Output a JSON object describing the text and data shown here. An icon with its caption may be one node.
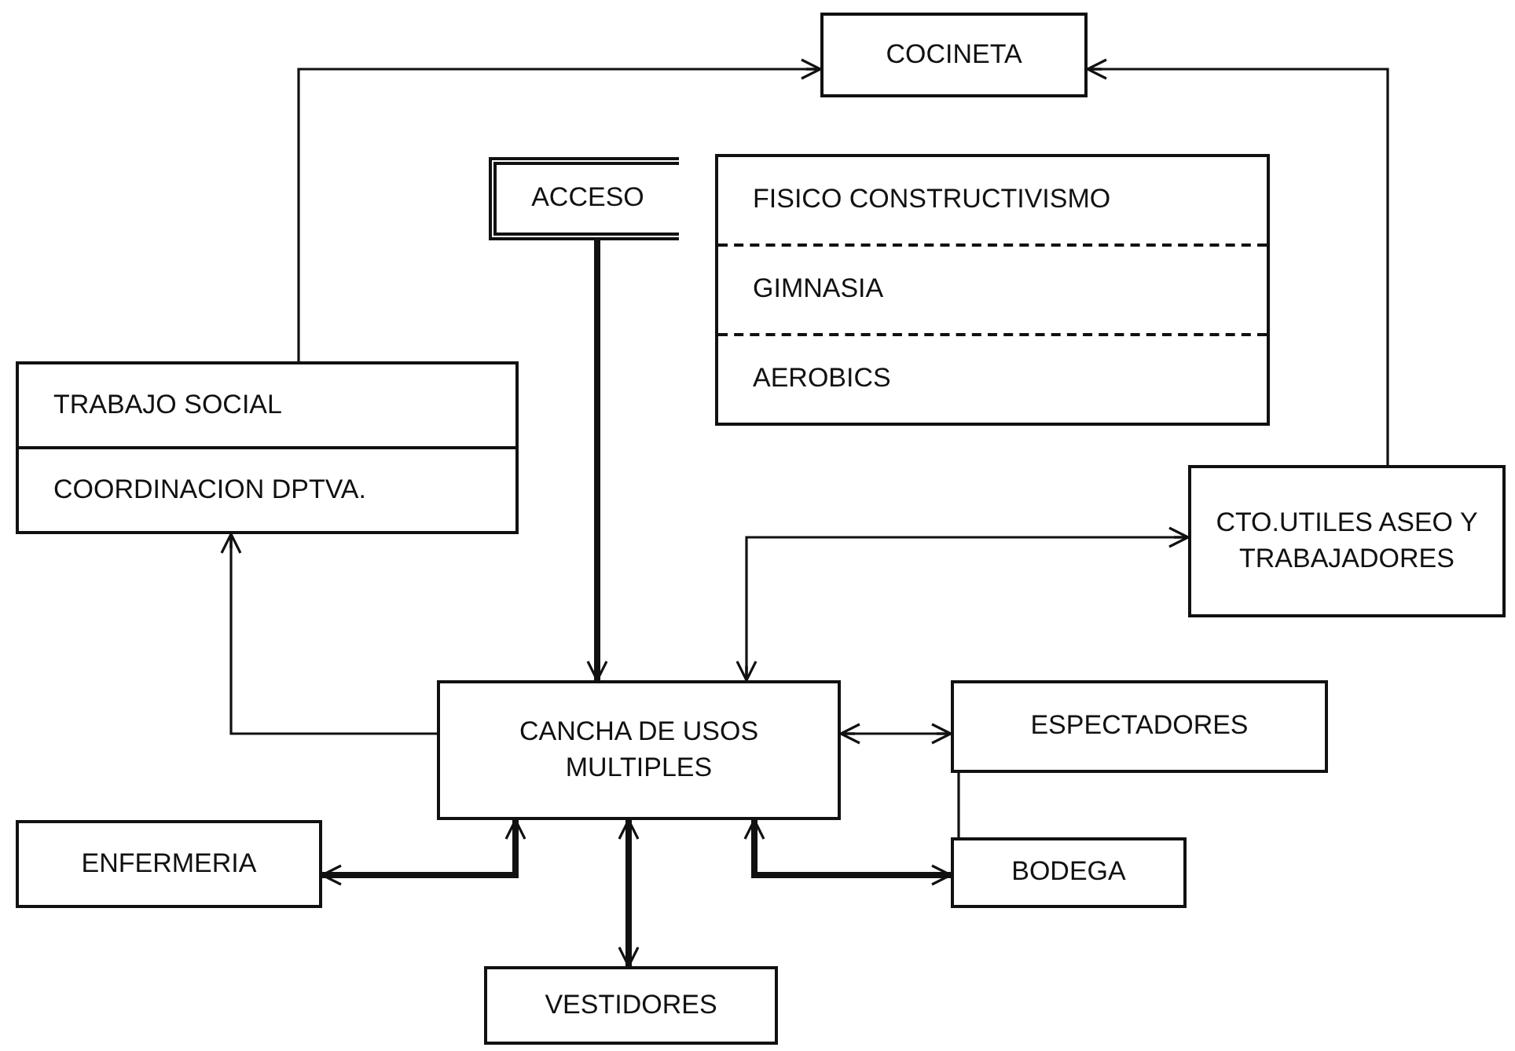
{
  "diagram": {
    "nodes": [
      {
        "text": [
          "COCINETA"
        ]
      },
      {
        "text": [
          "ACCESO"
        ]
      },
      {
        "text": [
          "FISICO CONSTRUCTIVISMO",
          "GIMNASIA",
          "AEROBICS"
        ]
      },
      {
        "text": [
          "TRABAJO SOCIAL",
          "COORDINACION DPTVA."
        ]
      },
      {
        "text": [
          "CTO.UTILES ASEO Y TRABAJADORES"
        ]
      },
      {
        "text": [
          "CANCHA DE USOS MULTIPLES"
        ]
      },
      {
        "text": [
          "ESPECTADORES"
        ]
      },
      {
        "text": [
          "ENFERMERIA"
        ]
      },
      {
        "text": [
          "BODEGA"
        ]
      },
      {
        "text": [
          "VESTIDORES"
        ]
      }
    ],
    "edges": [
      {
        "from": 3,
        "to": 0,
        "arrow": "to"
      },
      {
        "from": 4,
        "to": 0,
        "arrow": "to"
      },
      {
        "from": 1,
        "to": 5,
        "arrow": "to",
        "style": "thick"
      },
      {
        "from": 5,
        "to": 3,
        "arrow": "to"
      },
      {
        "from": 4,
        "to": 5,
        "arrow": "both"
      },
      {
        "from": 5,
        "to": 6,
        "arrow": "both"
      },
      {
        "from": 7,
        "to": 5,
        "arrow": "both",
        "style": "thick"
      },
      {
        "from": 5,
        "to": 9,
        "arrow": "both",
        "style": "thick"
      },
      {
        "from": 5,
        "to": 8,
        "arrow": "both",
        "style": "thick"
      },
      {
        "from": 6,
        "to": 8,
        "arrow": "none"
      }
    ]
  }
}
